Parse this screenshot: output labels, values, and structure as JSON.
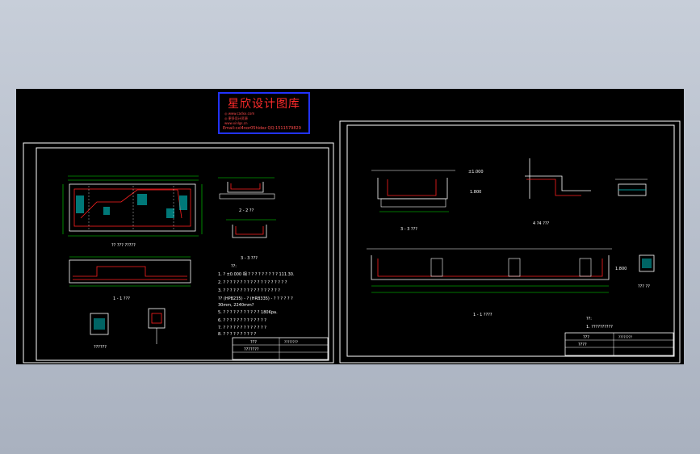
{
  "watermark": {
    "title": "星欣设计图库",
    "line1": "◎ www.cadxx.com",
    "line2": "◎ 更多设计资源",
    "url": "www.xinlgs.cn",
    "contact": "Email:cxl4nor05hidez QQ:1511579829"
  },
  "sheet_left": {
    "plan_title": "?? ??? ?????",
    "section_title": "1 - 1 ???",
    "detail_a_title": "2 - 2 ??",
    "detail_b_title": "3 - 3 ???",
    "small_detail_title": "??????",
    "notes_header": "??:",
    "notes": [
      "1. ? ±0.000 相 ? ? ? ? ? ? ? ? ? 111.30.",
      "2. ? ? ? ? ? ? ? ? ? ? ? ? ? ? ? ? ? ? ?",
      "3. ? ? ? ? ? ? ? ? ? ? ? ? ? ? ? ? ?",
      "?? (HPB235) - ? (HRB335) - ? ? ? ? ? ?",
      "30mm, 2240mm?",
      "5. ? ? ? ? ? ? ? ? ? ? ? 180Kpa.",
      "6. ? ? ? ? ? ? ? ? ? ? ? ? ?",
      "7. ? ? ? ? ? ? ? ? ? ? ? ? ?",
      "8. ? ? ? ? ? ? ? ? ? ?"
    ],
    "titleblock_name": "???",
    "titleblock_subtitle": "???????",
    "titleblock_right": "????????"
  },
  "sheet_right": {
    "section_a_title": "3 - 3 ???",
    "section_b_title": "4 ?4 ???",
    "section_c_title": "1 - 1 ????",
    "small_title": "??? ??",
    "elev_1": "±1.000",
    "elev_2": "1.800",
    "elev_3": "1.800",
    "note_header": "??:",
    "note_1": "1. ??????????",
    "titleblock_name": "???",
    "titleblock_subtitle": "????",
    "titleblock_right": "????????"
  },
  "colors": {
    "frame": "#ffffff",
    "rebar": "#ff2020",
    "concrete": "#ffffff",
    "dimension": "#00e600",
    "hatch": "#00c8c8",
    "watermark_border": "#2233ff",
    "watermark_text": "#ff2b2b"
  }
}
